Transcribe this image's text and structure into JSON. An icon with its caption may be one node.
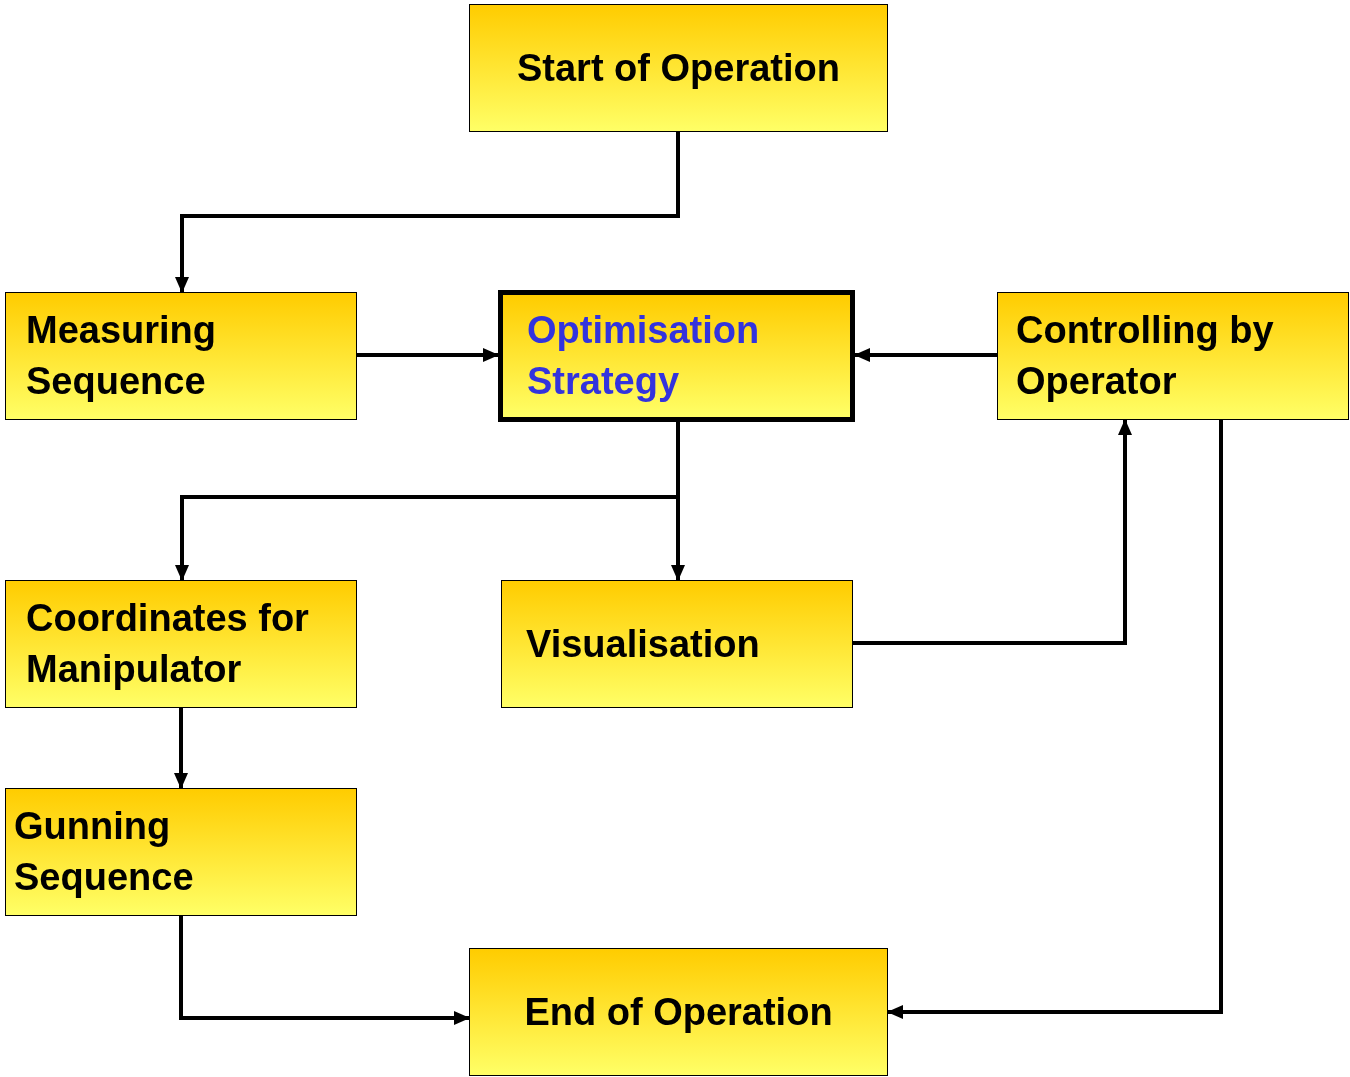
{
  "diagram": {
    "nodes": [
      {
        "text": [
          "Start of Operation"
        ]
      },
      {
        "text": [
          "Measuring Sequence"
        ]
      },
      {
        "text": [
          "Optimisation Strategy"
        ]
      },
      {
        "text": [
          "Controlling by Operator"
        ]
      },
      {
        "text": [
          "Coordinates for Manipulator"
        ]
      },
      {
        "text": [
          "Visualisation"
        ]
      },
      {
        "text": [
          "Gunning Sequence"
        ]
      },
      {
        "text": [
          "End of Operation"
        ]
      }
    ],
    "edges": [
      {
        "from": 0,
        "to": 1,
        "arrow": "to"
      },
      {
        "from": 1,
        "to": 2,
        "arrow": "to"
      },
      {
        "from": 3,
        "to": 2,
        "arrow": "to"
      },
      {
        "from": 2,
        "to": 4,
        "arrow": "to"
      },
      {
        "from": 2,
        "to": 5,
        "arrow": "to"
      },
      {
        "from": 5,
        "to": 3,
        "arrow": "to"
      },
      {
        "from": 3,
        "to": 7,
        "arrow": "to"
      },
      {
        "from": 4,
        "to": 6,
        "arrow": "to"
      },
      {
        "from": 6,
        "to": 7,
        "arrow": "to"
      }
    ]
  }
}
